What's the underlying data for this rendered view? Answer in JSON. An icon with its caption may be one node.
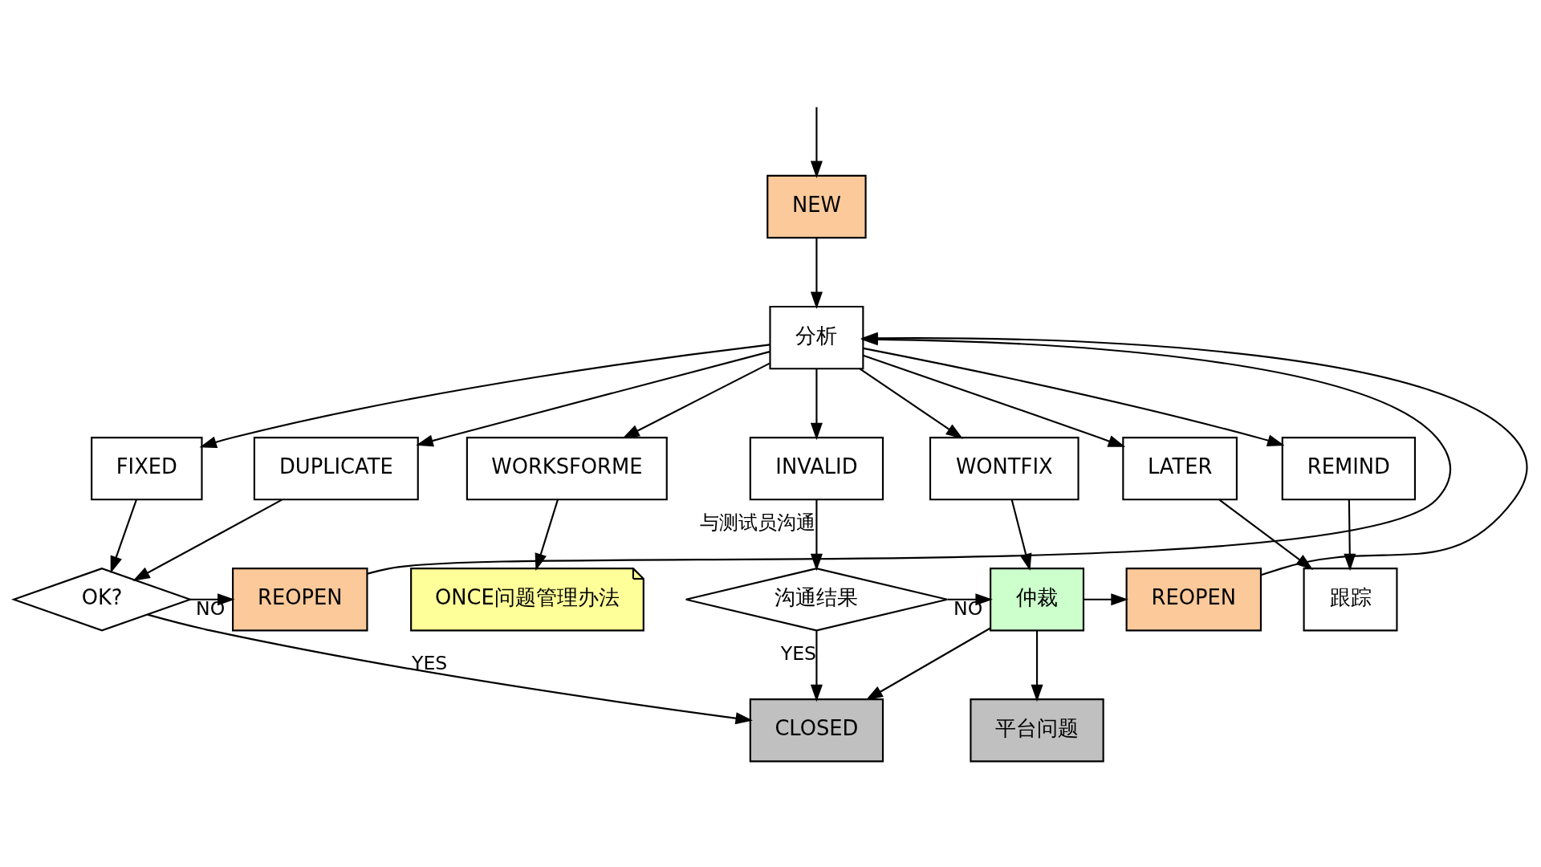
{
  "diagram": {
    "nodes": [
      {
        "text": [
          "NEW"
        ]
      },
      {
        "text": [
          "分析"
        ]
      },
      {
        "text": [
          "FIXED"
        ]
      },
      {
        "text": [
          "DUPLICATE"
        ]
      },
      {
        "text": [
          "WORKSFORME"
        ]
      },
      {
        "text": [
          "INVALID"
        ]
      },
      {
        "text": [
          "WONTFIX"
        ]
      },
      {
        "text": [
          "LATER"
        ]
      },
      {
        "text": [
          "REMIND"
        ]
      },
      {
        "text": [
          "跟踪"
        ]
      },
      {
        "text": [
          "ONCE问题管理办法"
        ]
      },
      {
        "text": [
          "REOPEN"
        ]
      },
      {
        "text": [
          "OK?"
        ]
      },
      {
        "text": [
          "沟通结果"
        ]
      },
      {
        "text": [
          "仲裁"
        ]
      },
      {
        "text": [
          "REOPEN"
        ]
      },
      {
        "text": [
          "CLOSED"
        ]
      },
      {
        "text": [
          "平台问题"
        ]
      }
    ],
    "edges": [
      {
        "from": null,
        "to": 0,
        "arrow": "to"
      },
      {
        "from": 0,
        "to": 1,
        "arrow": "to"
      },
      {
        "from": 1,
        "to": 2,
        "arrow": "to"
      },
      {
        "from": 1,
        "to": 3,
        "arrow": "to"
      },
      {
        "from": 1,
        "to": 4,
        "arrow": "to"
      },
      {
        "from": 1,
        "to": 5,
        "arrow": "to"
      },
      {
        "from": 1,
        "to": 6,
        "arrow": "to"
      },
      {
        "from": 1,
        "to": 7,
        "arrow": "to"
      },
      {
        "from": 1,
        "to": 8,
        "arrow": "to"
      },
      {
        "from": 7,
        "to": 9,
        "arrow": "to"
      },
      {
        "from": 8,
        "to": 9,
        "arrow": "to"
      },
      {
        "from": 4,
        "to": 10,
        "arrow": "to"
      },
      {
        "from": 2,
        "to": 12,
        "arrow": "to"
      },
      {
        "from": 3,
        "to": 12,
        "arrow": "to"
      },
      {
        "from": 12,
        "to": 11,
        "arrow": "to",
        "label": "NO"
      },
      {
        "from": 11,
        "to": 1,
        "arrow": "to"
      },
      {
        "from": 12,
        "to": 16,
        "arrow": "to",
        "label": "YES"
      },
      {
        "from": 5,
        "to": 13,
        "arrow": "to",
        "label": "与测试员沟通"
      },
      {
        "from": 13,
        "to": 14,
        "arrow": "to",
        "label": "NO"
      },
      {
        "from": 13,
        "to": 16,
        "arrow": "to",
        "label": "YES"
      },
      {
        "from": 6,
        "to": 14,
        "arrow": "to"
      },
      {
        "from": 14,
        "to": 15,
        "arrow": "to"
      },
      {
        "from": 15,
        "to": 1,
        "arrow": "to"
      },
      {
        "from": 14,
        "to": 16,
        "arrow": "to"
      },
      {
        "from": 14,
        "to": 17,
        "arrow": "to"
      }
    ]
  }
}
